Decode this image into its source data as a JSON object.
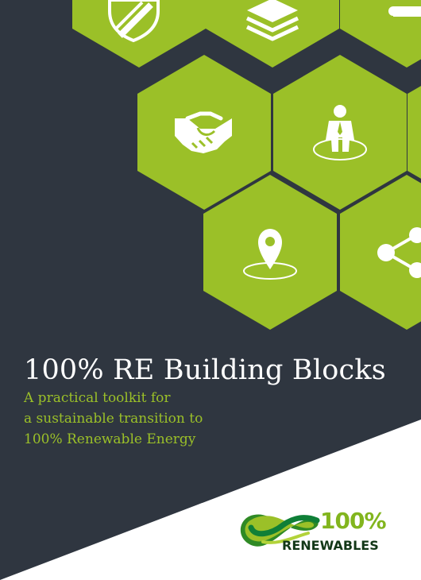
{
  "document": {
    "title": "100% RE Building Blocks",
    "subtitle_lines": [
      "A practical toolkit for",
      "a sustainable transition to",
      "100% Renewable Energy"
    ]
  },
  "logo": {
    "top_text": "100%",
    "bottom_text": "RENEWABLES"
  },
  "colors": {
    "background": "#2f3640",
    "hexagon_green": "#9bc028",
    "logo_green": "#82b51e",
    "logo_dark": "#123717",
    "white": "#ffffff"
  },
  "hexagon_icons": [
    "shield-icon",
    "layers-icon",
    "puzzle-icon",
    "handshake-icon",
    "person-icon",
    "location-pin-icon",
    "network-nodes-icon"
  ]
}
